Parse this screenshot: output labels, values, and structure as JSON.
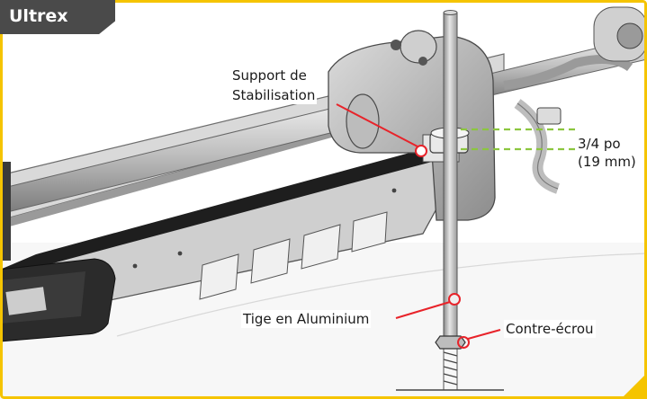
{
  "brand": "Ultrex",
  "labels": {
    "support_line1": "Support de",
    "support_line2": "Stabilisation",
    "measure_line1": "3/4 po",
    "measure_line2": "(19 mm)",
    "tige": "Tige en Aluminium",
    "contre_ecrou": "Contre-écrou"
  },
  "colors": {
    "frame": "#f5c400",
    "callout": "#e8232a",
    "measure": "#8cc63f",
    "header": "#4a4a4a"
  }
}
